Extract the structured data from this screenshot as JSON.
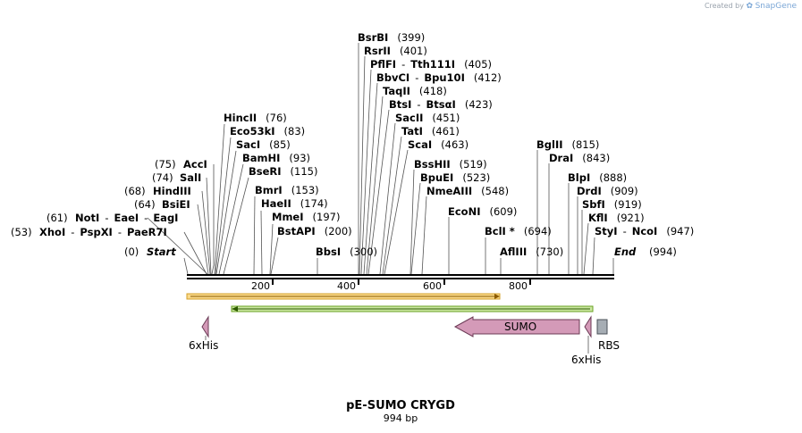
{
  "credit": {
    "prefix": "Created by",
    "brand": "SnapGene"
  },
  "map": {
    "name": "pE-SUMO CRYGD",
    "length_label": "994 bp",
    "length": 994,
    "start_label": "Start",
    "start_pos": "(0)",
    "end_label": "End",
    "end_pos": "(994)",
    "ticks": [
      "200",
      "400",
      "600",
      "800"
    ]
  },
  "sites_left": [
    {
      "name": "AccI",
      "pos": "(75)"
    },
    {
      "name": "SalI",
      "pos": "(74)"
    },
    {
      "name": "HindIII",
      "pos": "(68)"
    },
    {
      "name": "BsiEI",
      "pos": "(64)"
    },
    {
      "parts": [
        "NotI",
        "EaeI",
        "EagI"
      ],
      "pos": "(61)"
    },
    {
      "parts": [
        "XhoI",
        "PspXI",
        "PaeR7I"
      ],
      "pos": "(53)"
    }
  ],
  "sites_right": [
    {
      "name": "HincII",
      "pos": "(76)"
    },
    {
      "name": "Eco53kI",
      "pos": "(83)"
    },
    {
      "name": "SacI",
      "pos": "(85)"
    },
    {
      "name": "BamHI",
      "pos": "(93)"
    },
    {
      "name": "BseRI",
      "pos": "(115)"
    },
    {
      "name": "BmrI",
      "pos": "(153)"
    },
    {
      "name": "HaeII",
      "pos": "(174)"
    },
    {
      "name": "MmeI",
      "pos": "(197)"
    },
    {
      "name": "BstAPI",
      "pos": "(200)"
    },
    {
      "name": "BbsI",
      "pos": "(300)"
    },
    {
      "name": "BsrBI",
      "pos": "(399)"
    },
    {
      "name": "RsrII",
      "pos": "(401)"
    },
    {
      "parts": [
        "PflFI",
        "Tth111I"
      ],
      "pos": "(405)"
    },
    {
      "parts": [
        "BbvCI",
        "Bpu10I"
      ],
      "pos": "(412)"
    },
    {
      "name": "TaqII",
      "pos": "(418)"
    },
    {
      "parts": [
        "BtsI",
        "BtsαI"
      ],
      "pos": "(423)"
    },
    {
      "name": "SacII",
      "pos": "(451)"
    },
    {
      "name": "TatI",
      "pos": "(461)"
    },
    {
      "name": "ScaI",
      "pos": "(463)"
    },
    {
      "name": "BssHII",
      "pos": "(519)"
    },
    {
      "name": "BpuEI",
      "pos": "(523)"
    },
    {
      "name": "NmeAIII",
      "pos": "(548)"
    },
    {
      "name": "EcoNI",
      "pos": "(609)"
    },
    {
      "name": "BclI *",
      "pos": "(694)"
    },
    {
      "name": "AflIII",
      "pos": "(730)"
    },
    {
      "name": "BglII",
      "pos": "(815)"
    },
    {
      "name": "DraI",
      "pos": "(843)"
    },
    {
      "name": "BlpI",
      "pos": "(888)"
    },
    {
      "name": "DrdI",
      "pos": "(909)"
    },
    {
      "name": "SbfI",
      "pos": "(919)"
    },
    {
      "name": "KflI",
      "pos": "(921)"
    },
    {
      "parts": [
        "StyI",
        "NcoI"
      ],
      "pos": "(947)"
    }
  ],
  "features": {
    "his_left": "6xHis",
    "sumo": "SUMO",
    "his_right": "6xHis",
    "rbs": "RBS"
  },
  "colors": {
    "orf_orange": "#f5b041",
    "orf_green": "#6aa121",
    "feature_pink": "#d49ab8",
    "rbs_gray": "#a6adb4"
  }
}
